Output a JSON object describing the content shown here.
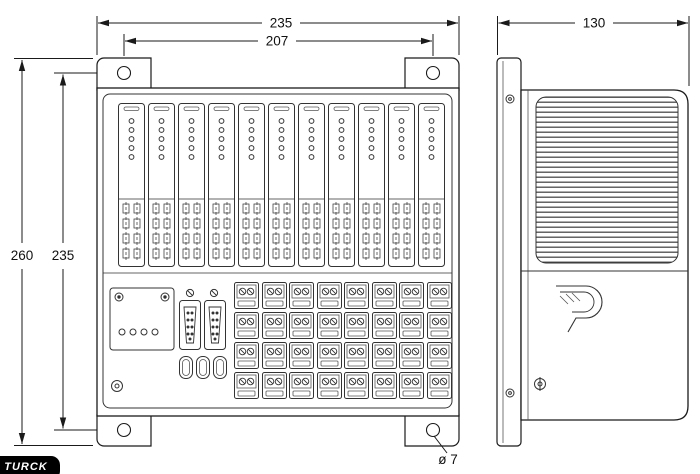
{
  "drawing": {
    "dimensions": {
      "overall_width": "235",
      "hole_spacing_width": "207",
      "overall_height": "260",
      "hole_spacing_height": "235",
      "depth": "130",
      "mounting_hole_diameter": "ø 7"
    },
    "logo": "TURCK",
    "colors": {
      "line": "#1a1a1a",
      "detail_line": "#555555",
      "logo_bg": "#000000",
      "logo_text": "#ffffff",
      "background": "#ffffff"
    }
  }
}
